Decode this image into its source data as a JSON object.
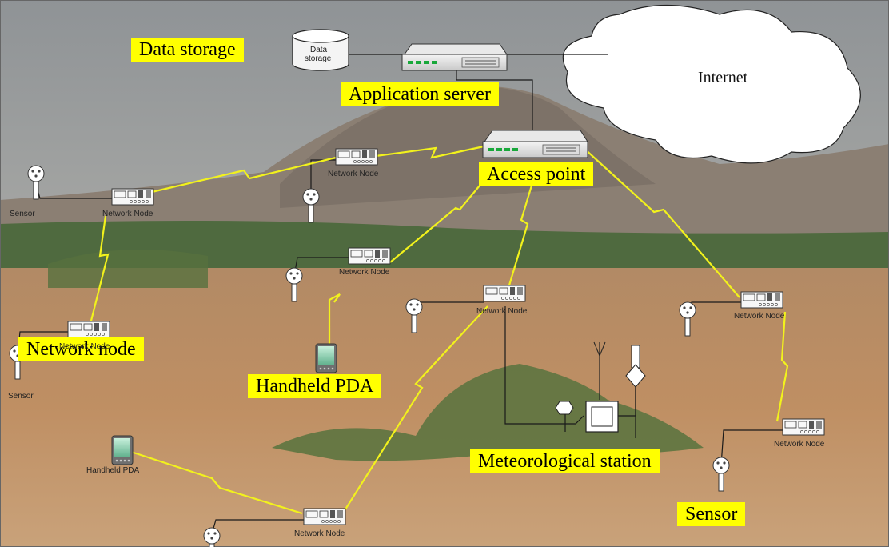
{
  "callouts": {
    "data_storage": "Data storage",
    "application_server": "Application server",
    "access_point": "Access point",
    "network_node": "Network node",
    "handheld_pda": "Handheld PDA",
    "meteorological_station": "Meteorological station",
    "sensor": "Sensor"
  },
  "small_labels": {
    "network_node": "Network Node",
    "sensor": "Sensor",
    "handheld_pda": "Handheld PDA",
    "storage_icon_line1": "Data",
    "storage_icon_line2": "storage"
  },
  "cloud_label": "Internet",
  "colors": {
    "callout_bg": "#ffff00",
    "wireless_link": "#f2f21c",
    "wire": "#1a1a1a",
    "sky": "#a9abad",
    "field": "#b5865a"
  }
}
